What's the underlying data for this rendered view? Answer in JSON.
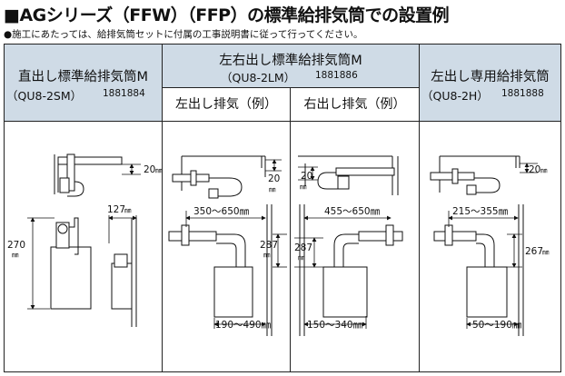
{
  "title": "■AGシリーズ（FFW）（FFP）の標準給排気筒での設置例",
  "note": "●施工にあたっては、給排気筒セットに付属の工事説明書に従って行ってください。",
  "columns": [
    {
      "name": "直出し標準給排気筒M",
      "code": "（QU8-2SM）",
      "part_no": "1881884"
    },
    {
      "name": "左右出し標準給排気筒M",
      "code": "（QU8-2LM）",
      "part_no": "1881886",
      "sub": [
        "左出し排気（例）",
        "右出し排気（例）"
      ]
    },
    {
      "name": "左出し専用給排気筒",
      "code": "（QU8-2H）",
      "part_no": "1881888"
    }
  ],
  "dims": {
    "c1_top": "20",
    "c1_depth": "127",
    "c1_height": "270",
    "c2_top": "20",
    "c2_range": "350～650",
    "c2_height": "287",
    "c2_bottom": "190～490",
    "c3_top": "20",
    "c3_range": "455～650",
    "c3_height": "287",
    "c3_bottom": "150～340",
    "c4_top": "20",
    "c4_range": "215～355",
    "c4_height": "267",
    "c4_bottom": "50～190",
    "unit": "㎜"
  }
}
